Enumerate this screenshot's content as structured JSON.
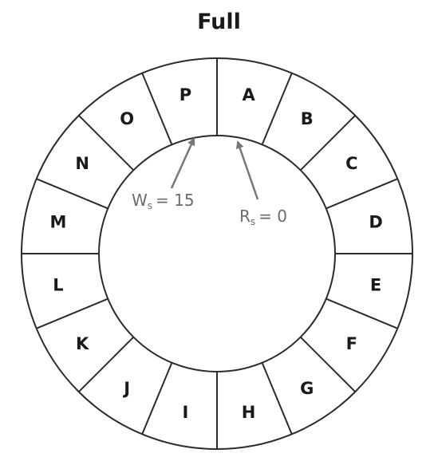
{
  "title": "Full",
  "buffer": {
    "slots": [
      "A",
      "B",
      "C",
      "D",
      "E",
      "F",
      "G",
      "H",
      "I",
      "J",
      "K",
      "L",
      "M",
      "N",
      "O",
      "P"
    ],
    "state": "full"
  },
  "pointers": {
    "write": {
      "symbol": "W",
      "subscript": "s",
      "value": "= 15",
      "slot_index": 15
    },
    "read": {
      "symbol": "R",
      "subscript": "s",
      "value": "= 0",
      "slot_index": 0
    }
  },
  "colors": {
    "ring_stroke": "#2b2b2b",
    "label_text": "#1a1a1a",
    "pointer_arrow": "#777777",
    "pointer_text": "#6b6b6b"
  }
}
